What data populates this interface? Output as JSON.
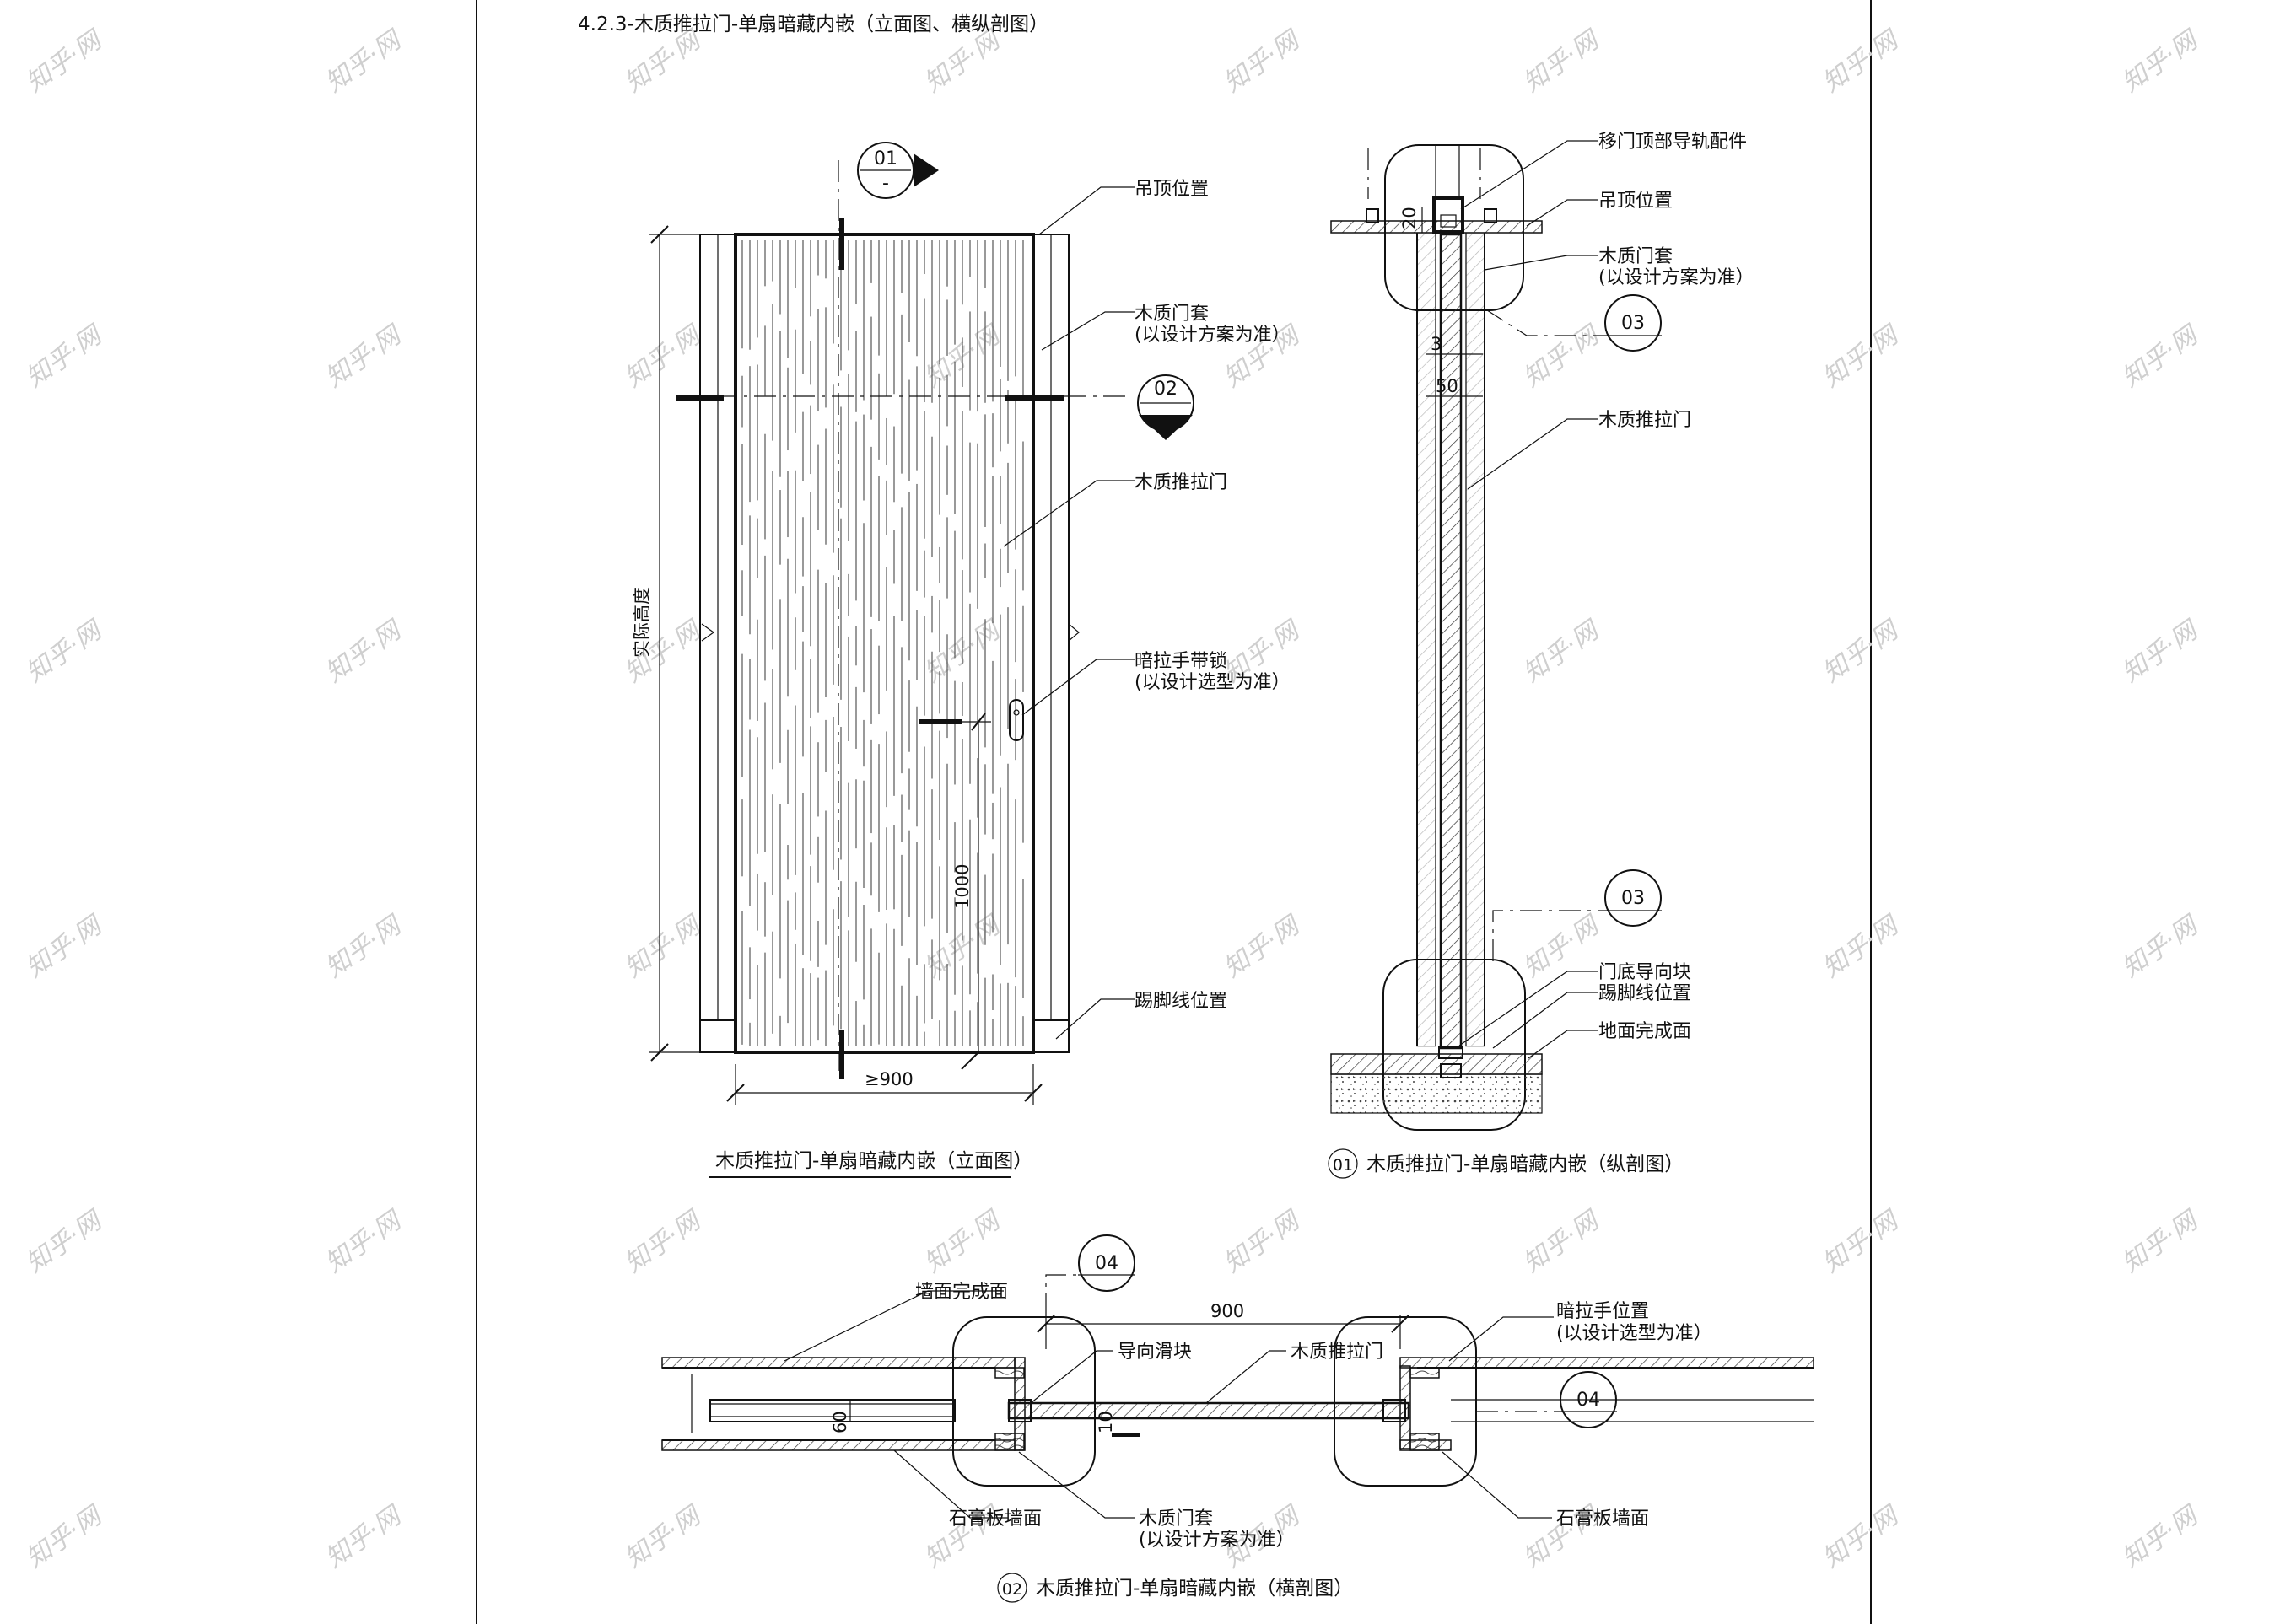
{
  "sheet_title": "4.2.3-木质推拉门-单扇暗藏内嵌（立面图、横纵剖图）",
  "elevation": {
    "title": "木质推拉门-单扇暗藏内嵌（立面图）",
    "height_dim": "实际高度",
    "width_dim": "≥900",
    "handle_height_dim": "1000",
    "labels": {
      "ceiling": "吊顶位置",
      "frame_1": "木质门套",
      "frame_2": "(以设计方案为准）",
      "door": "木质推拉门",
      "handle_1": "暗拉手带锁",
      "handle_2": "(以设计选型为准）",
      "skirting": "踢脚线位置"
    },
    "section_marks": [
      {
        "num": "01",
        "sub": "-"
      },
      {
        "num": "02",
        "sub": "-"
      }
    ]
  },
  "vertical_section": {
    "index": "01",
    "title": "木质推拉门-单扇暗藏内嵌（纵剖图）",
    "dims": {
      "top": "20",
      "mid1": "3",
      "mid2": "50"
    },
    "labels": {
      "top_rail": "移门顶部导轨配件",
      "ceiling": "吊顶位置",
      "frame_1": "木质门套",
      "frame_2": "(以设计方案为准）",
      "door": "木质推拉门",
      "bottom_guide": "门底导向块",
      "skirting": "踢脚线位置",
      "floor": "地面完成面"
    },
    "detail_tags": [
      "03",
      "03"
    ]
  },
  "horizontal_section": {
    "index": "02",
    "title": "木质推拉门-单扇暗藏内嵌（横剖图）",
    "dims": {
      "width": "900",
      "wall": "60",
      "gap": "10"
    },
    "labels": {
      "wall_finish": "墙面完成面",
      "slider": "导向滑块",
      "door": "木质推拉门",
      "handle_pos_1": "暗拉手位置",
      "handle_pos_2": "(以设计选型为准）",
      "gypsum_left": "石膏板墙面",
      "frame_1": "木质门套",
      "frame_2": "(以设计方案为准）",
      "gypsum_right": "石膏板墙面"
    },
    "detail_tags": [
      "04",
      "04"
    ]
  },
  "watermark": "知乎·网"
}
